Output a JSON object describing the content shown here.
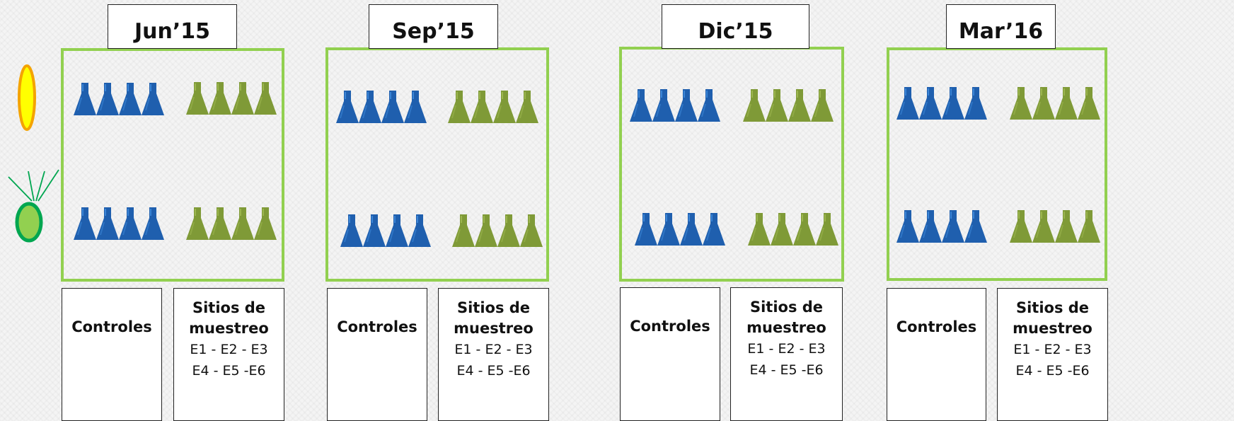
{
  "panels": [
    {
      "date": "Jun’15",
      "controls_label": "Controles",
      "sites_title_1": "Sitios de",
      "sites_title_2": "muestreo",
      "sites_line_1": "E1 - E2 - E3",
      "sites_line_2": "E4 - E5 -E6"
    },
    {
      "date": "Sep’15",
      "controls_label": "Controles",
      "sites_title_1": "Sitios de",
      "sites_title_2": "muestreo",
      "sites_line_1": "E1 - E2 - E3",
      "sites_line_2": "E4 - E5 -E6"
    },
    {
      "date": "Dic’15",
      "controls_label": "Controles",
      "sites_title_1": "Sitios de",
      "sites_title_2": "muestreo",
      "sites_line_1": "E1 - E2 - E3",
      "sites_line_2": "E4 - E5 -E6"
    },
    {
      "date": "Mar’16",
      "controls_label": "Controles",
      "sites_title_1": "Sitios de",
      "sites_title_2": "muestreo",
      "sites_line_1": "E1 - E2 - E3",
      "sites_line_2": "E4 - E5 -E6"
    }
  ],
  "colors": {
    "blue_flask": "#1f5fae",
    "blue_flask_highlight": "#3b85d6",
    "green_flask": "#7f9a37",
    "green_flask_highlight": "#9bb54e",
    "frame_green": "#92d050",
    "yellow_organism": "#ffff00",
    "yellow_outline": "#f4a300",
    "green_organism": "#92d050",
    "green_outline": "#00a650"
  },
  "icons": {
    "top_organism": "yellow-oval-cell-icon",
    "bottom_organism": "green-flagellate-cell-icon",
    "flask": "erlenmeyer-flask-icon"
  }
}
